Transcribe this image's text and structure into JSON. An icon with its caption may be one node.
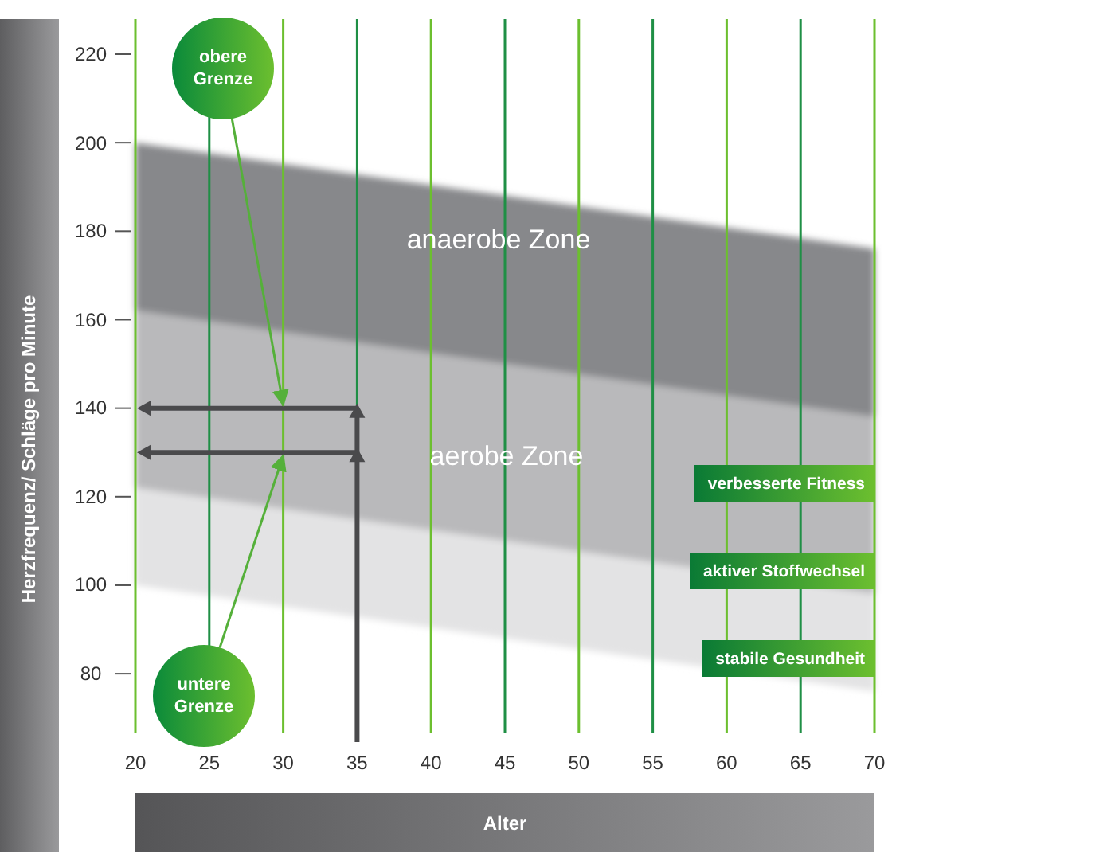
{
  "diagram": {
    "nodes": [
      {
        "text": [
          "obere Grenze"
        ]
      },
      {
        "text": [
          "untere Grenze"
        ]
      },
      {
        "text": [
          "verbesserte Fitness"
        ]
      },
      {
        "text": [
          "aktiver Stoffwechsel"
        ]
      },
      {
        "text": [
          "stabile Gesundheit"
        ]
      }
    ],
    "edges": [
      {
        "from": 0,
        "to": null,
        "arrow": "to"
      },
      {
        "from": 1,
        "to": null,
        "arrow": "to"
      }
    ],
    "labels": [
      "anaerobe Zone",
      "aerobe Zone",
      "Herzfrequenz/ Schläge pro Minute",
      "220",
      "200",
      "180",
      "160",
      "140",
      "120",
      "100",
      "80",
      "20",
      "25",
      "30",
      "35",
      "40",
      "45",
      "50",
      "55",
      "60",
      "65",
      "70",
      "Alter"
    ]
  }
}
